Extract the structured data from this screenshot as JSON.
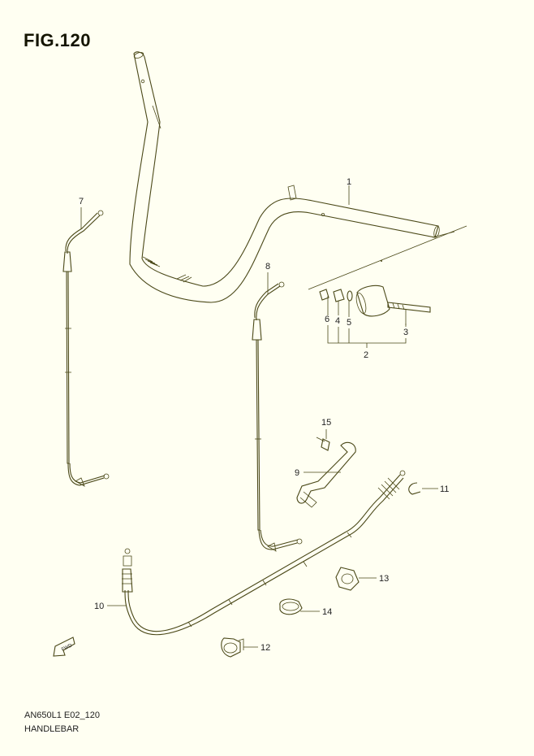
{
  "figure": {
    "title": "FIG.120",
    "model_code": "AN650L1 E02_120",
    "name": "HANDLEBAR",
    "fwd_label": "FWD"
  },
  "callouts": {
    "c1": "1",
    "c2": "2",
    "c3": "3",
    "c4": "4",
    "c5": "5",
    "c6": "6",
    "c7": "7",
    "c8": "8",
    "c9": "9",
    "c10": "10",
    "c11": "11",
    "c12": "12",
    "c13": "13",
    "c14": "14",
    "c15": "15"
  },
  "colors": {
    "background": "#fffff2",
    "line": "#4a4818",
    "text": "#222222"
  }
}
